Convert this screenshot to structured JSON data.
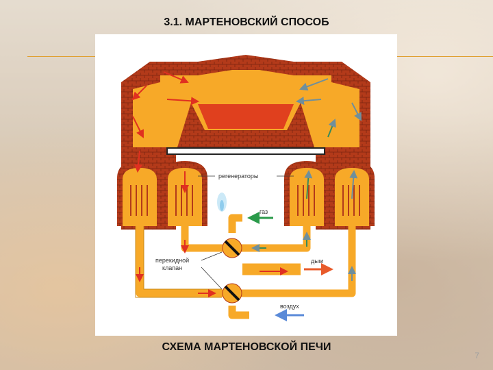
{
  "slide": {
    "title": "3.1. МАРТЕНОВСКИЙ СПОСОБ",
    "caption": "СХЕМА МАРТЕНОВСКОЙ ПЕЧИ",
    "page_number": "7",
    "accent_color": "#e0a030"
  },
  "diagram": {
    "labels": {
      "regenerators": "регенераторы",
      "gas": "газ",
      "valve_line1": "перекидной",
      "valve_line2": "клапан",
      "smoke": "дым",
      "air": "воздух"
    },
    "colors": {
      "brick": "#b33a1a",
      "channel": "#f7a928",
      "molten": "#e0401e",
      "arrow_red": "#e03020",
      "arrow_gray": "#6f8f9c",
      "arrow_green": "#3a8a5a",
      "smoke_arrow": "#e85a2a",
      "air_arrow": "#5a8ad8",
      "gas_arrow": "#2a9a4a"
    }
  }
}
